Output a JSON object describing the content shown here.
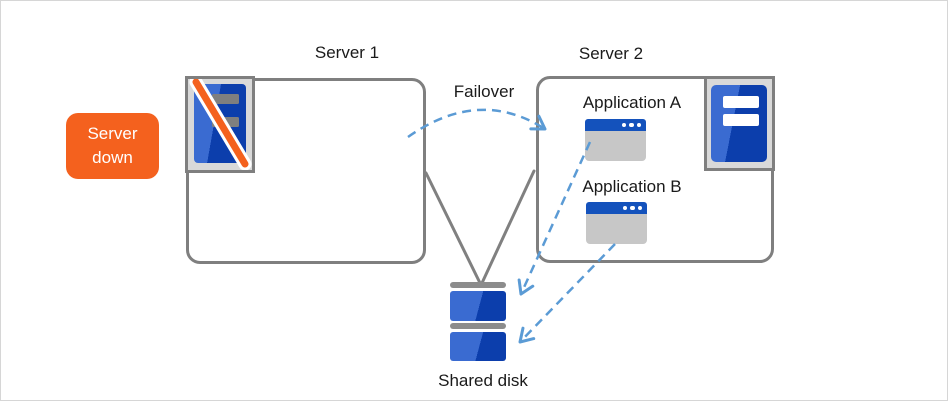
{
  "badge": {
    "text": "Server down",
    "line1": "Server",
    "line2": "down"
  },
  "server1": {
    "title": "Server 1"
  },
  "server2": {
    "title": "Server 2",
    "apps": [
      {
        "label": "Application A"
      },
      {
        "label": "Application B"
      }
    ]
  },
  "failover": {
    "label": "Failover"
  },
  "shared_disk": {
    "label": "Shared disk"
  },
  "icons": {
    "server1": "server-down-icon (blue server with orange slash)",
    "server2": "server-icon (blue server, white bars)",
    "apps": "app-window-icon (blue titlebar, three dots)",
    "disk": "stacked-disk-icon (two blue drives with gray caps)"
  },
  "colors": {
    "badge_orange": "#f4611e",
    "slash_orange": "#f4611e",
    "outline_gray": "#7f7f7f",
    "frame_fill_gray": "#d9d9d9",
    "server_blue_light": "#3a6bd1",
    "server_blue_dark": "#0c3eac",
    "window_titlebar_blue": "#1452bc",
    "window_body_gray": "#c7c7c7",
    "disk_cap_gray": "#8c8c8c",
    "arrow_dashed_blue": "#5b9bd5",
    "connector_gray": "#808080"
  }
}
